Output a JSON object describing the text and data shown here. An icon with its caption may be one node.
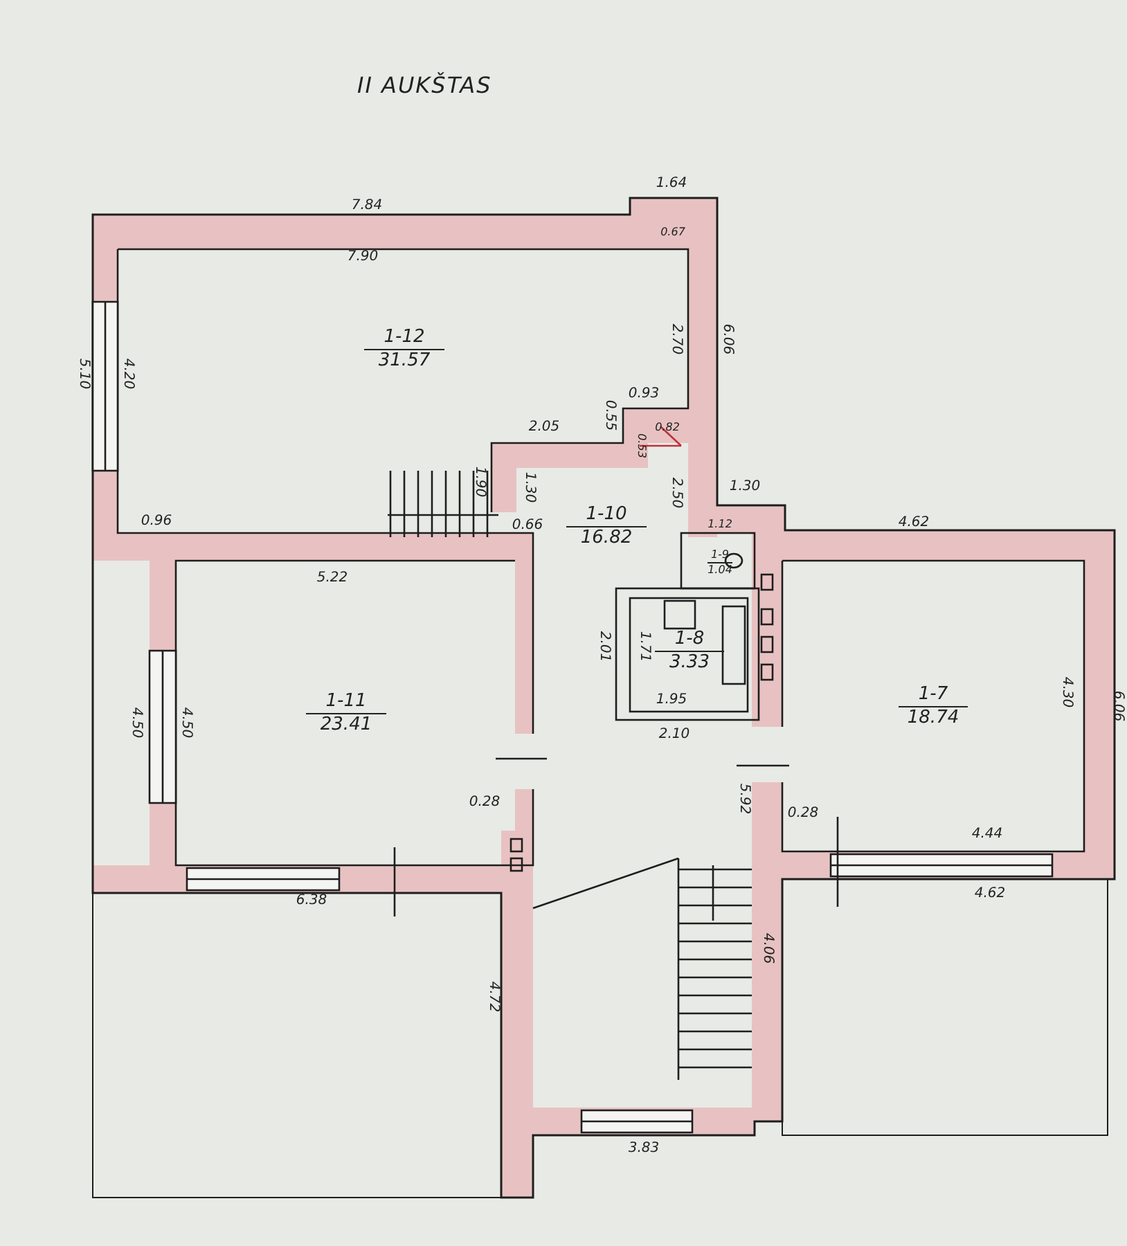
{
  "diagram": {
    "title": "II AUKŠTAS",
    "nodes": [
      {
        "text": [
          "1-12",
          "31.57"
        ]
      },
      {
        "text": [
          "1-10",
          "16.82"
        ]
      },
      {
        "text": [
          "1-9",
          "1.04"
        ]
      },
      {
        "text": [
          "1-11",
          "23.41"
        ]
      },
      {
        "text": [
          "1-8",
          "3.33"
        ]
      },
      {
        "text": [
          "1-7",
          "18.74"
        ]
      }
    ],
    "labels": [
      "1.64",
      "7.84",
      "0.67",
      "7.90",
      "5.10",
      "4.20",
      "2.70",
      "6.06",
      "0.93",
      "0.55",
      "2.05",
      "0.82",
      "0.53",
      "1.90",
      "1.30",
      "2.50",
      "0.96",
      "0.66",
      "1.30",
      "1.12",
      "4.62",
      "5.22",
      "4.50",
      "4.50",
      "2.01",
      "1.71",
      "1.95",
      "2.10",
      "4.30",
      "6.06",
      "0.28",
      "5.92",
      "0.28",
      "4.44",
      "6.38",
      "4.62",
      "4.72",
      "4.06",
      "3.83"
    ]
  }
}
